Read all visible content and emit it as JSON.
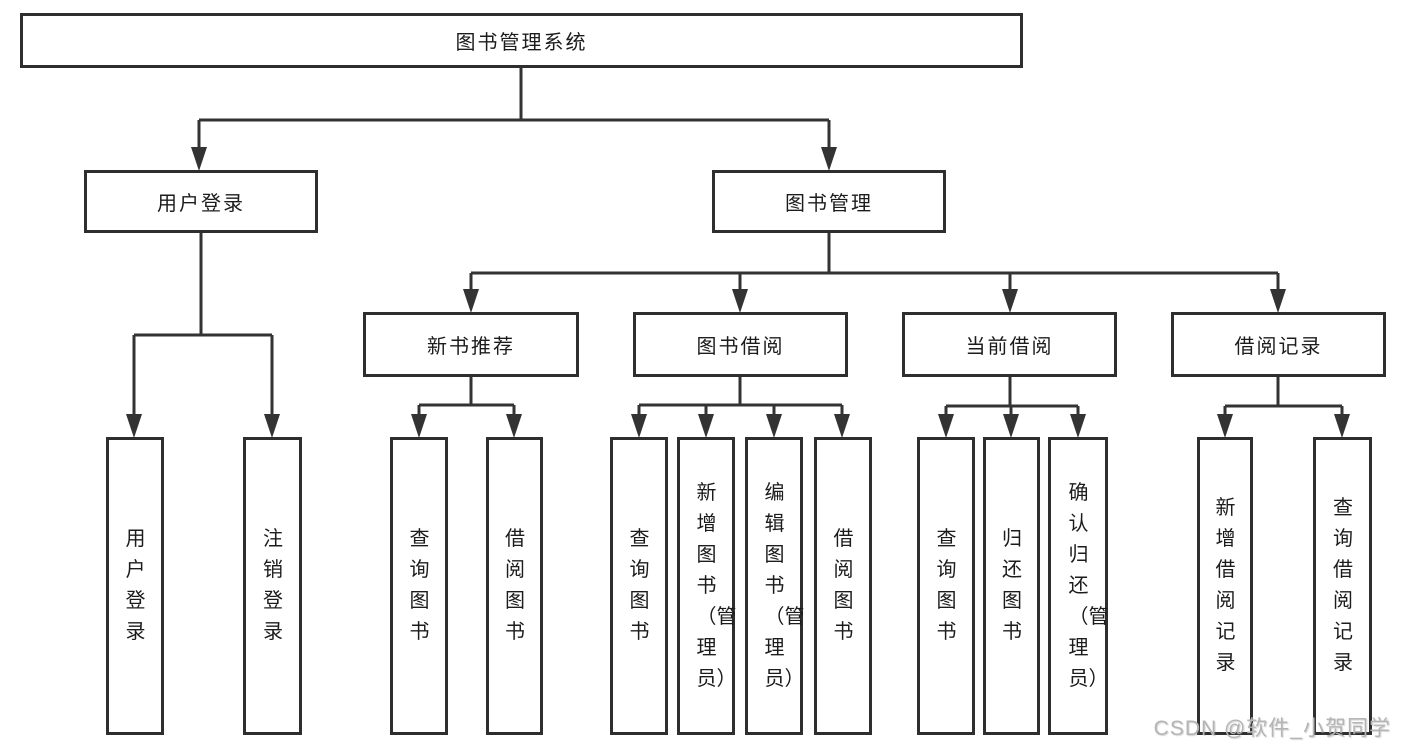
{
  "tree": {
    "root": {
      "label": "图书管理系统"
    },
    "branches": [
      {
        "label": "用户登录",
        "children": [
          {
            "label": "用户登录"
          },
          {
            "label": "注销登录"
          }
        ]
      },
      {
        "label": "图书管理",
        "groups": [
          {
            "label": "新书推荐",
            "children": [
              {
                "label": "查询图书"
              },
              {
                "label": "借阅图书"
              }
            ]
          },
          {
            "label": "图书借阅",
            "children": [
              {
                "label": "查询图书"
              },
              {
                "label": "新增图书（管理员）"
              },
              {
                "label": "编辑图书（管理员）"
              },
              {
                "label": "借阅图书"
              }
            ]
          },
          {
            "label": "当前借阅",
            "children": [
              {
                "label": "查询图书"
              },
              {
                "label": "归还图书"
              },
              {
                "label": "确认归还（管理员）"
              }
            ]
          },
          {
            "label": "借阅记录",
            "children": [
              {
                "label": "新增借阅记录"
              },
              {
                "label": "查询借阅记录"
              }
            ]
          }
        ]
      }
    ]
  },
  "watermark": {
    "text": "CSDN @软件_小贺同学"
  },
  "colors": {
    "box_border": "#2e2e2e",
    "connector_line": "#333333",
    "text": "#1c1c1c",
    "watermark": "#b5b5b5",
    "background": "#ffffff"
  }
}
